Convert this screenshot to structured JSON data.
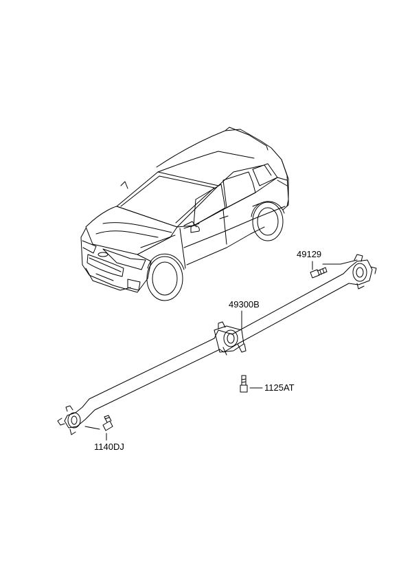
{
  "diagram": {
    "parts": [
      {
        "number": "49129",
        "icon": "bolt-icon"
      },
      {
        "number": "49300B",
        "icon": "propeller-shaft-icon"
      },
      {
        "number": "1125AT",
        "icon": "bolt-icon"
      },
      {
        "number": "1140DJ",
        "icon": "bolt-icon"
      }
    ],
    "colors": {
      "line": "#000000",
      "background": "#ffffff"
    }
  }
}
